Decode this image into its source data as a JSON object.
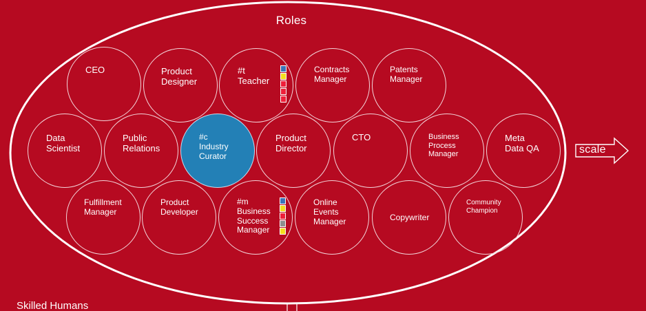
{
  "title": "Roles",
  "scale_label": "scale",
  "bottom_label": "Skilled Humans",
  "colors": {
    "background": "#b60a21",
    "outline": "#ffffff",
    "highlight": "#2380b6",
    "swatch_blue": "#3b73b9",
    "swatch_yellow": "#f4dd1e",
    "swatch_red": "#ee1e39",
    "swatch_gray": "#8e8e8e"
  },
  "roles": [
    {
      "id": "ceo",
      "label": "CEO"
    },
    {
      "id": "product-designer",
      "label": "Product\nDesigner"
    },
    {
      "id": "teacher",
      "label": "#t\nTeacher",
      "swatches": [
        "blue",
        "yellow",
        "red",
        "red",
        "red"
      ]
    },
    {
      "id": "contracts-manager",
      "label": "Contracts\nManager"
    },
    {
      "id": "patents-manager",
      "label": "Patents\nManager"
    },
    {
      "id": "data-scientist",
      "label": "Data\nScientist"
    },
    {
      "id": "public-relations",
      "label": "Public\nRelations"
    },
    {
      "id": "industry-curator",
      "label": "#c\nIndustry\nCurator",
      "highlight": true
    },
    {
      "id": "product-director",
      "label": "Product\nDirector"
    },
    {
      "id": "cto",
      "label": "CTO"
    },
    {
      "id": "business-process-manager",
      "label": "Business\nProcess\nManager"
    },
    {
      "id": "meta-data-qa",
      "label": "Meta\nData QA"
    },
    {
      "id": "fulfillment-manager",
      "label": "Fulfillment\nManager"
    },
    {
      "id": "product-developer",
      "label": "Product\nDeveloper"
    },
    {
      "id": "business-success-manager",
      "label": "#m\nBusiness\nSuccess\nManager",
      "swatches": [
        "blue",
        "yellow",
        "red",
        "gray",
        "yellow"
      ]
    },
    {
      "id": "online-events-manager",
      "label": "Online\nEvents\nManager"
    },
    {
      "id": "copywriter",
      "label": "Copywriter"
    },
    {
      "id": "community-champion",
      "label": "Community\nChampion"
    }
  ]
}
